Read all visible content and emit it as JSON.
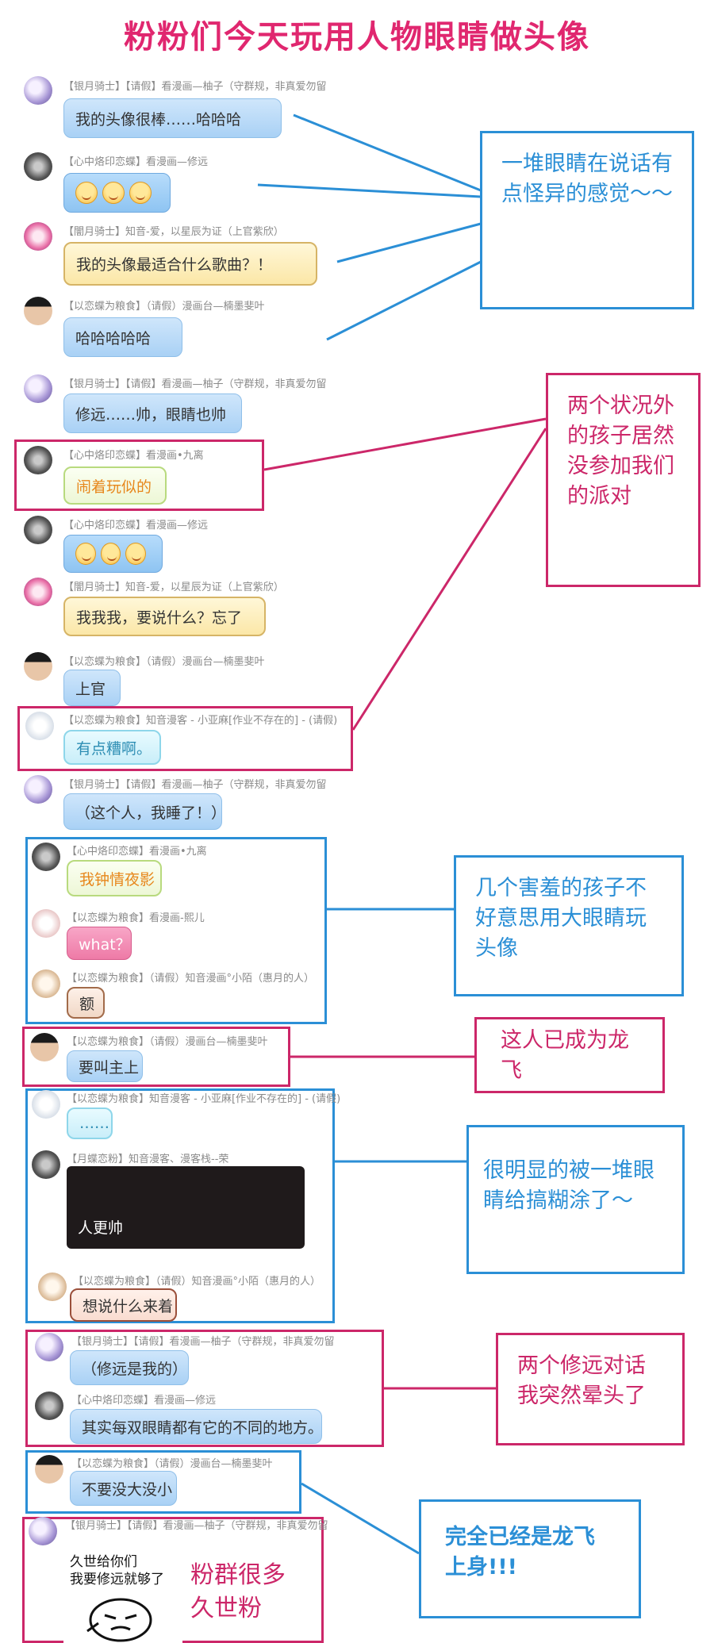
{
  "title": "粉粉们今天玩用人物眼睛做头像",
  "messages": [
    {
      "user": "【银月骑士】【请假】看漫画—柚子（守群规，非真爱勿留",
      "text": "我的头像很棒……哈哈哈"
    },
    {
      "user": "【心中烙印恋蝶】看漫画—修远",
      "text": ""
    },
    {
      "user": "【闇月骑士】知音-爱，以星辰为证（上官紫欣）",
      "text": "我的头像最适合什么歌曲？！"
    },
    {
      "user": "【以恋蝶为粮食】（请假）漫画台—楠墨斐叶",
      "text": "哈哈哈哈哈"
    },
    {
      "user": "【银月骑士】【请假】看漫画—柚子（守群规，非真爱勿留",
      "text": "修远……帅，眼睛也帅"
    },
    {
      "user": "【心中烙印恋蝶】看漫画•九离",
      "text": "闹着玩似的"
    },
    {
      "user": "【心中烙印恋蝶】看漫画—修远",
      "text": ""
    },
    {
      "user": "【闇月骑士】知音-爱，以星辰为证（上官紫欣）",
      "text": "我我我，要说什么？忘了"
    },
    {
      "user": "【以恋蝶为粮食】（请假）漫画台—楠墨斐叶",
      "text": "上官"
    },
    {
      "user": "【以恋蝶为粮食】知音漫客 - 小亚麻[作业不存在的] - (请假)",
      "text": "有点糟啊。"
    },
    {
      "user": "【银月骑士】【请假】看漫画—柚子（守群规，非真爱勿留",
      "text": "（这个人，我睡了！）"
    },
    {
      "user": "【心中烙印恋蝶】看漫画•九离",
      "text": "我钟情夜影"
    },
    {
      "user": "【以恋蝶为粮食】看漫画-熙儿",
      "text": "what？"
    },
    {
      "user": "【以恋蝶为粮食】（请假）知音漫画°小陌（惠月的人）",
      "text": "额"
    },
    {
      "user": "【以恋蝶为粮食】（请假）漫画台—楠墨斐叶",
      "text": "要叫主上"
    },
    {
      "user": "【以恋蝶为粮食】知音漫客 - 小亚麻[作业不存在的] - (请假)",
      "text": "……"
    },
    {
      "user": "【月蝶恋粉】知音漫客、漫客栈--荣",
      "text": "人更帅"
    },
    {
      "user": "【以恋蝶为粮食】（请假）知音漫画°小陌（惠月的人）",
      "text": "想说什么来着"
    },
    {
      "user": "【银月骑士】【请假】看漫画—柚子（守群规，非真爱勿留",
      "text": "（修远是我的）"
    },
    {
      "user": "【心中烙印恋蝶】看漫画—修远",
      "text": "其实每双眼睛都有它的不同的地方。"
    },
    {
      "user": "【以恋蝶为粮食】（请假）漫画台—楠墨斐叶",
      "text": "不要没大没小"
    },
    {
      "user": "【银月骑士】【请假】看漫画—柚子（守群规，非真爱勿留",
      "text": ""
    }
  ],
  "notes": [
    "一堆眼睛在说话有点怪异的感觉～～",
    "两个状况外的孩子居然没参加我们的派对",
    "几个害羞的孩子不好意思用大眼睛玩头像",
    "这人已成为龙飞",
    "很明显的被一堆眼睛给搞糊涂了～",
    "两个修远对话我突然晕头了",
    "完全已经是龙飞上身!!!"
  ],
  "meme": {
    "line1": "久世给你们",
    "line2": "我要修远就够了"
  },
  "bottom_text": [
    "粉群很多",
    "久世粉"
  ],
  "colors": {
    "title": "#e0276f",
    "blue_frame": "#2b8fd6",
    "pink_frame": "#cc2769"
  }
}
